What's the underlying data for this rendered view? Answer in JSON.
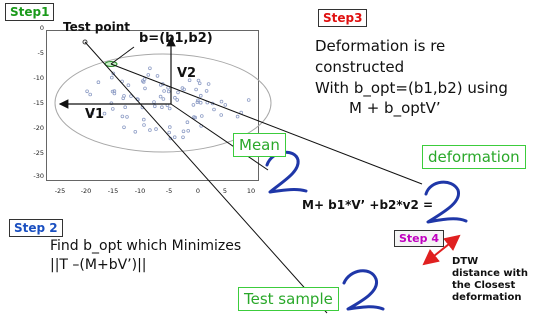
{
  "step1": "Step1",
  "step2": "Step 2",
  "step3": "Step3",
  "step4": "Step 4",
  "test_point": "Test point",
  "b_label": "b=(b1,b2)",
  "v1": "V1",
  "v2": "V2",
  "mean": "Mean",
  "deformation": "deformation",
  "test_sample": "Test sample",
  "step3_text": [
    "Deformation is re",
    "constructed",
    "With b_opt=(b1,b2) using",
    "M + b_optV’"
  ],
  "step2_text": [
    "Find b_opt which Minimizes",
    "||T –(M+bV’)||"
  ],
  "formula": "M+ b1*V’ +b2*v2 =",
  "dtw_text": [
    "DTW",
    "distance with",
    "the Closest",
    "deformation"
  ],
  "y_ticks": [
    "0",
    "-5",
    "-10",
    "-15",
    "-20",
    "-25",
    "-30"
  ],
  "x_ticks": [
    "-25",
    "-20",
    "-15",
    "-10",
    "-5",
    "0",
    "5",
    "10"
  ],
  "colors": {
    "green_text": "#1a9a1a",
    "red_text": "#e01010",
    "purple_text": "#c000c0",
    "box_green": "#3ccc3c",
    "arrow_red": "#e02020",
    "handwriting_blue": "#1f37a8",
    "scatter_blue": "#8f9ec6"
  }
}
